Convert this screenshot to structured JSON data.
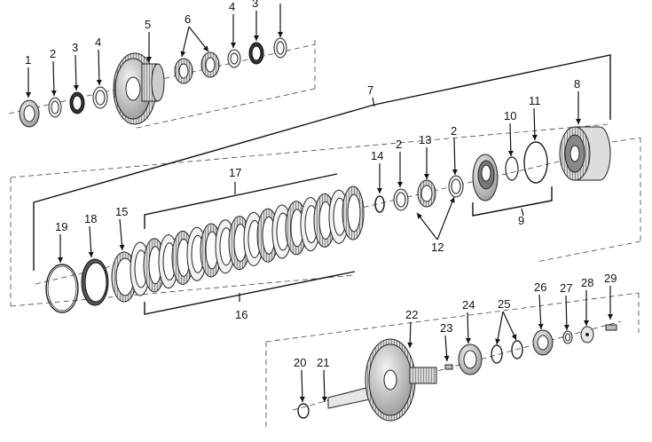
{
  "callouts": {
    "c1": "1",
    "c2a": "2",
    "c3a": "3",
    "c4a": "4",
    "c5": "5",
    "c6": "6",
    "c4b": "4",
    "c3b": "3",
    "c7": "7",
    "c8": "8",
    "c9": "9",
    "c10": "10",
    "c11": "11",
    "c12": "12",
    "c13": "13",
    "c14": "14",
    "c2b": "2",
    "c2c": "2",
    "c15": "15",
    "c16": "16",
    "c17": "17",
    "c18": "18",
    "c19": "19",
    "c20": "20",
    "c21": "21",
    "c22": "22",
    "c23": "23",
    "c24": "24",
    "c25": "25",
    "c26": "26",
    "c27": "27",
    "c28": "28",
    "c29": "29"
  }
}
